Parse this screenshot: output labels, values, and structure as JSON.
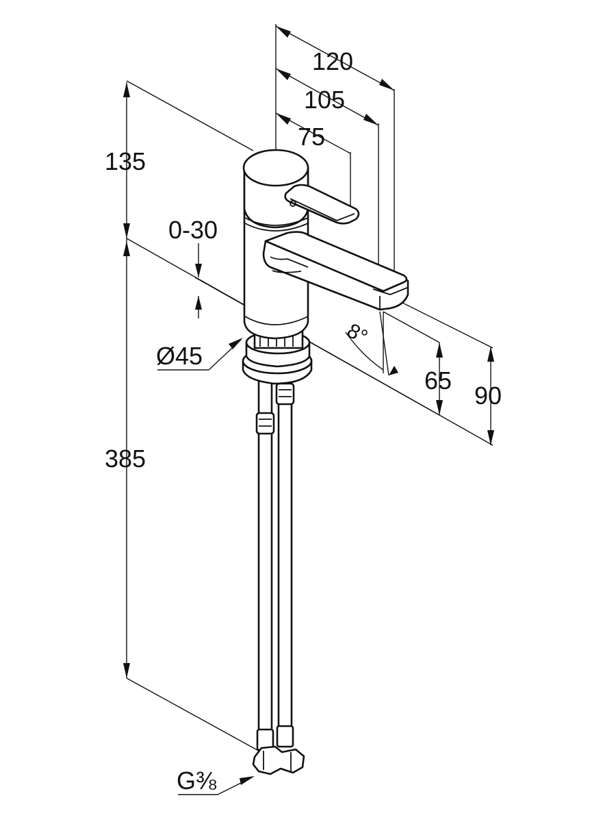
{
  "drawing": {
    "line_color": "#111111",
    "background": "#ffffff",
    "dimensions": {
      "spout_projection_total": "120",
      "spout_projection_mid": "105",
      "lever_projection": "75",
      "body_height_above_deck": "135",
      "deck_thickness": "0-30",
      "base_diameter": "Ø45",
      "spout_angle": "8°",
      "outlet_height": "65",
      "top_outlet_height": "90",
      "hose_length": "385",
      "connection_thread": "G⅜"
    },
    "icons": {
      "tap": "mixer-tap-body",
      "hoses": "flexible-supply-hoses"
    }
  }
}
